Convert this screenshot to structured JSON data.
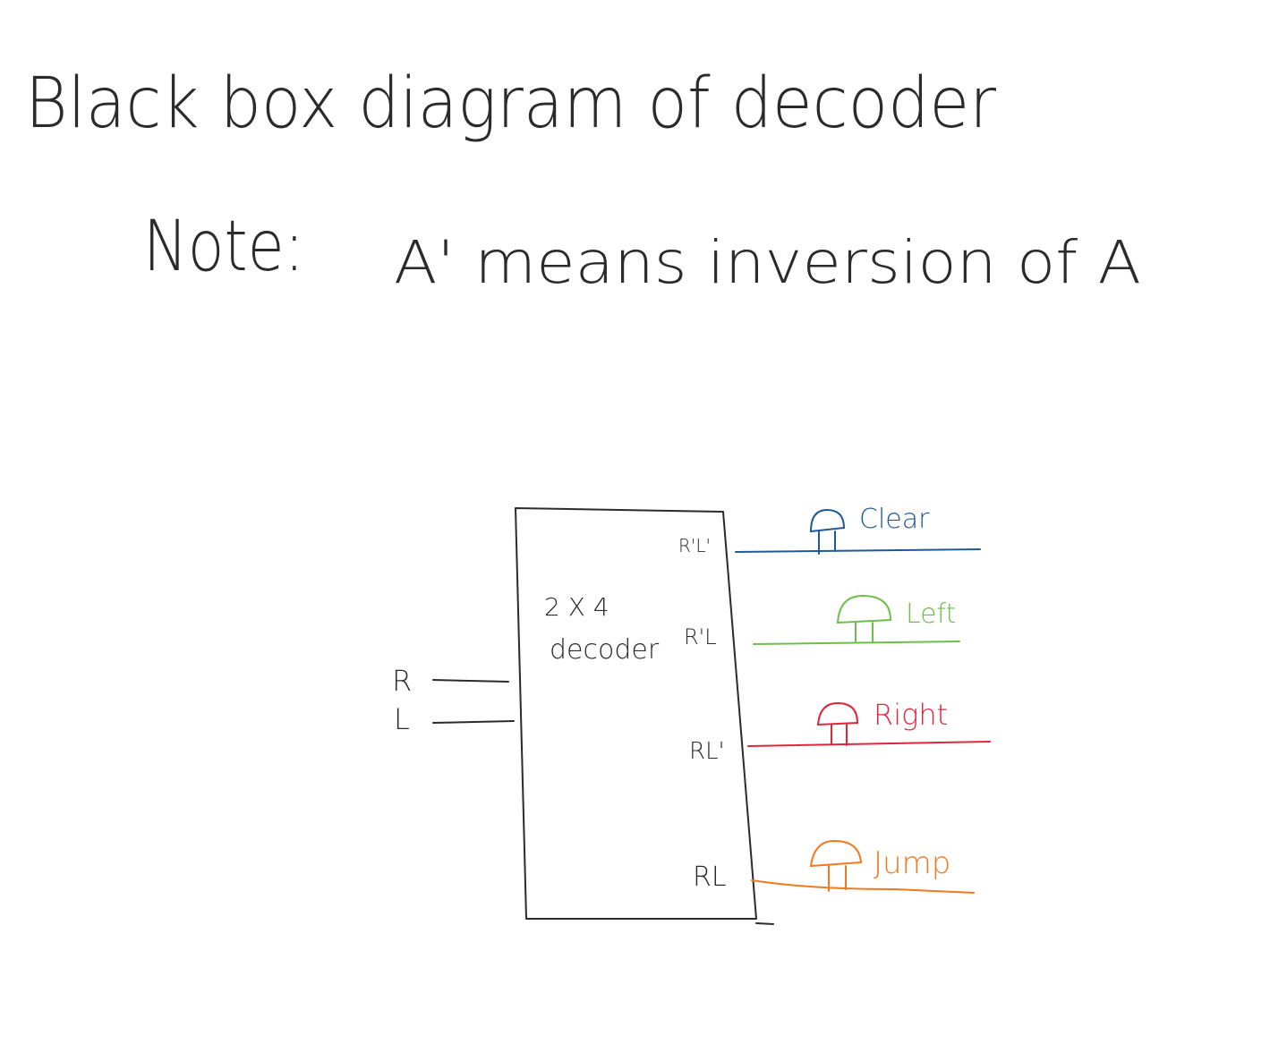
{
  "heading": {
    "title": "Black box diagram of decoder",
    "note_label": "Note:",
    "note_text": "A' means inversion of A"
  },
  "decoder": {
    "label_line1": "2 X 4",
    "label_line2": "decoder",
    "inputs": [
      "R",
      "L"
    ],
    "outputs": [
      {
        "term": "R'L'",
        "action": "Clear",
        "color": "#1f5a96"
      },
      {
        "term": "R'L",
        "action": "Left",
        "color": "#6cc04a"
      },
      {
        "term": "RL'",
        "action": "Right",
        "color": "#e2253d"
      },
      {
        "term": "RL",
        "action": "Jump",
        "color": "#f07a20"
      }
    ]
  },
  "colors": {
    "ink": "#2b2b2b",
    "clear": "#1f5a96",
    "left": "#6cc04a",
    "right": "#e2253d",
    "jump": "#f07a20"
  }
}
